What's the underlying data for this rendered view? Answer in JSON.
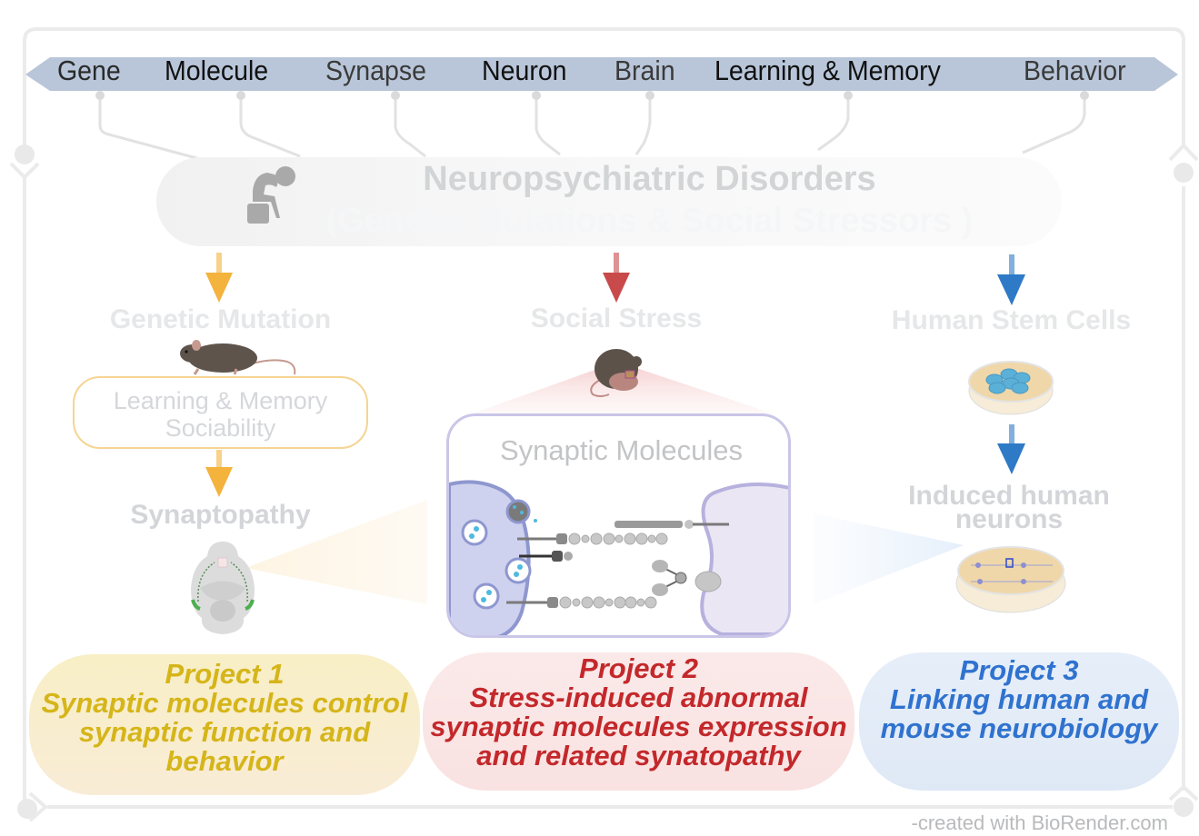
{
  "scale_bar": {
    "labels": [
      "Gene",
      "Molecule",
      "Synapse",
      "Neuron",
      "Brain",
      "Learning & Memory",
      "Behavior"
    ],
    "color": "#b9c6d9"
  },
  "disorders": {
    "title": "Neuropsychiatric Disorders",
    "subtitle": "(Genetic Mutations & Social Stressors )",
    "icon": "person-distressed-icon"
  },
  "columns": [
    {
      "title": "Genetic Mutation",
      "arrow_color": "#f3b33d",
      "icon": "mouse-icon",
      "box_text": [
        "Learning & Memory",
        "Sociability"
      ],
      "result": "Synaptopathy",
      "result_icon": "mouse-brain-icon"
    },
    {
      "title": "Social Stress",
      "arrow_color": "#c84a4a",
      "icon": "stressed-mouse-icon",
      "box_title": "Synaptic Molecules",
      "box_icon": "synapse-icon"
    },
    {
      "title": "Human Stem Cells",
      "arrow_color": "#2f7ac6",
      "icon": "stem-cell-dish-icon",
      "result": [
        "Induced human",
        "neurons"
      ],
      "result_icon": "neuron-dish-icon"
    }
  ],
  "projects": [
    {
      "title": "Project 1",
      "lines": [
        "Synaptic molecules control",
        "synaptic function and",
        "behavior"
      ],
      "color": "#d5b519"
    },
    {
      "title": "Project 2",
      "lines": [
        "Stress-induced abnormal",
        "synaptic molecules expression",
        "and related synatopathy"
      ],
      "color": "#c3282b"
    },
    {
      "title": "Project 3",
      "lines": [
        "Linking human and",
        "mouse neurobiology"
      ],
      "color": "#2f72cf"
    }
  ],
  "credit": "-created with BioRender.com"
}
